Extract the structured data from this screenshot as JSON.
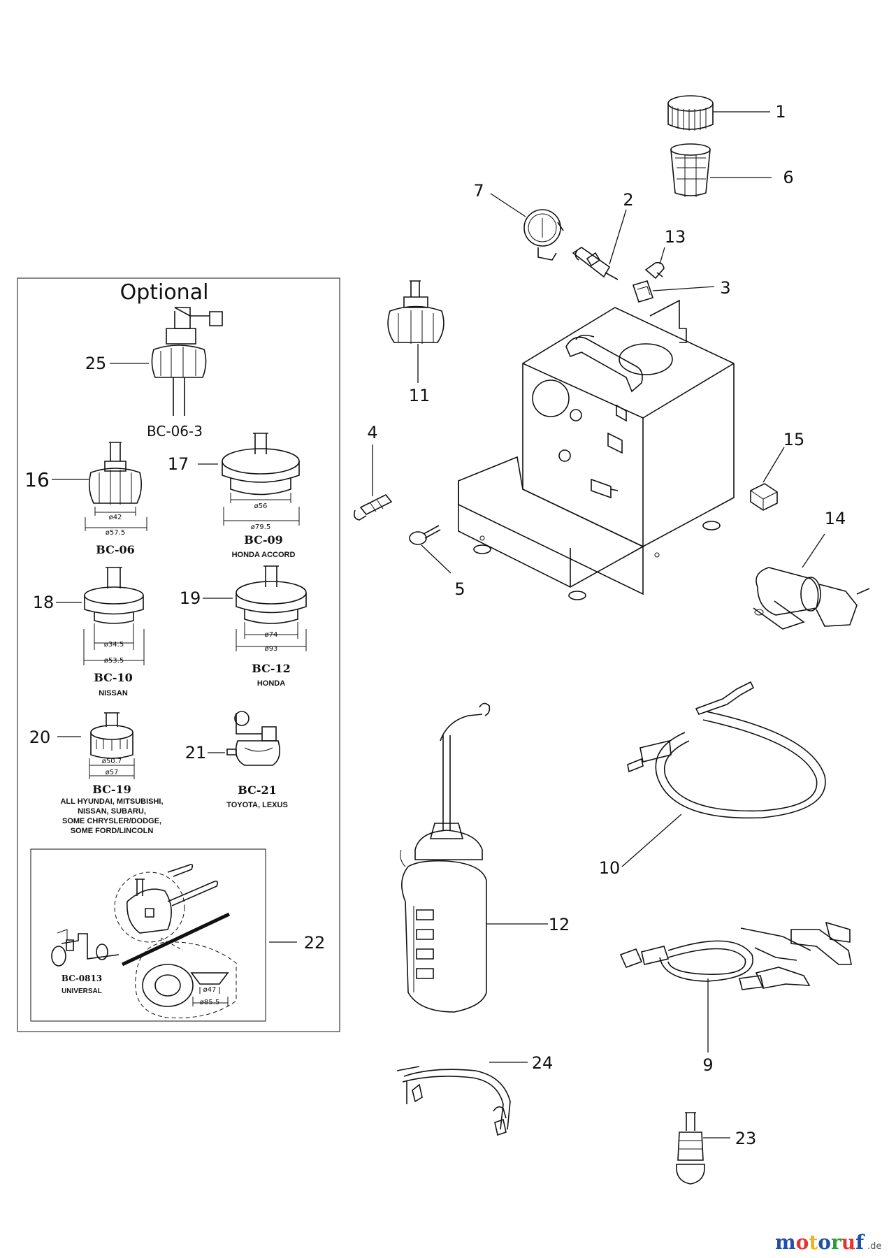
{
  "optional_box": {
    "title": "Optional"
  },
  "callouts": {
    "c1": "1",
    "c2": "2",
    "c3": "3",
    "c4": "4",
    "c5": "5",
    "c6": "6",
    "c7": "7",
    "c9": "9",
    "c10": "10",
    "c11": "11",
    "c12": "12",
    "c13": "13",
    "c14": "14",
    "c15": "15",
    "c16": "16",
    "c17": "17",
    "c18": "18",
    "c19": "19",
    "c20": "20",
    "c21": "21",
    "c22": "22",
    "c23": "23",
    "c24": "24",
    "c25": "25"
  },
  "adapters": {
    "bc0603": {
      "code": "BC-06-3"
    },
    "bc06": {
      "code": "BC-06",
      "dim_inner": "ø42",
      "dim_outer": "ø57.5"
    },
    "bc09": {
      "code": "BC-09",
      "vehicle": "HONDA ACCORD",
      "dim_inner": "ø56",
      "dim_outer": "ø79.5"
    },
    "bc10": {
      "code": "BC-10",
      "vehicle": "NISSAN",
      "dim_inner": "ø34.5",
      "dim_outer": "ø53.5"
    },
    "bc12": {
      "code": "BC-12",
      "vehicle": "HONDA",
      "dim_inner": "ø74",
      "dim_outer": "ø93"
    },
    "bc19": {
      "code": "BC-19",
      "vehicle_lines": [
        "ALL HYUNDAI, MITSUBISHI,",
        "NISSAN, SUBARU,",
        "SOME CHRYSLER/DODGE,",
        "SOME FORD/LINCOLN"
      ],
      "dim_inner": "ø50.7",
      "dim_outer": "ø57"
    },
    "bc21": {
      "code": "BC-21",
      "vehicle": "TOYOTA, LEXUS"
    },
    "bc0813": {
      "code": "BC-0813",
      "vehicle": "UNIVERSAL",
      "dim_inner": "ø47",
      "dim_outer": "ø85.5"
    }
  },
  "watermark": {
    "brand": "motoruf",
    "tld": ".de",
    "colors": [
      "#1f4fa8",
      "#e3342f",
      "#f2b705",
      "#2a9d3a"
    ]
  }
}
